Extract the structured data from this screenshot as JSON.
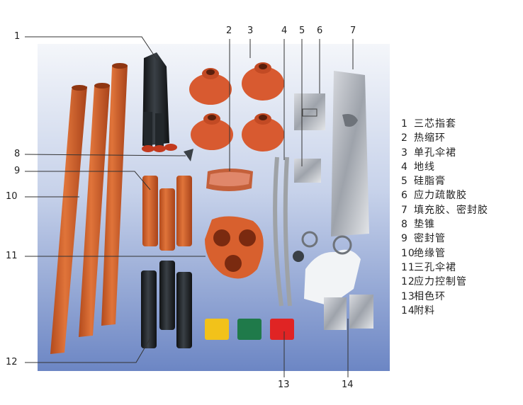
{
  "callouts": [
    {
      "num": "1"
    },
    {
      "num": "2"
    },
    {
      "num": "3"
    },
    {
      "num": "4"
    },
    {
      "num": "5"
    },
    {
      "num": "6"
    },
    {
      "num": "7"
    },
    {
      "num": "8"
    },
    {
      "num": "9"
    },
    {
      "num": "10"
    },
    {
      "num": "11"
    },
    {
      "num": "12"
    },
    {
      "num": "13"
    },
    {
      "num": "14"
    }
  ],
  "legend": [
    {
      "num": "1",
      "text": "三芯指套"
    },
    {
      "num": "2",
      "text": "热缩环"
    },
    {
      "num": "3",
      "text": "单孔伞裙"
    },
    {
      "num": "4",
      "text": "地线"
    },
    {
      "num": "5",
      "text": "硅脂膏"
    },
    {
      "num": "6",
      "text": "应力疏散胶"
    },
    {
      "num": "7",
      "text": "填充胶、密封胶"
    },
    {
      "num": "8",
      "text": "垫锥"
    },
    {
      "num": "9",
      "text": "密封管"
    },
    {
      "num": "10",
      "text": "绝缘管"
    },
    {
      "num": "11",
      "text": "三孔伞裙"
    },
    {
      "num": "12",
      "text": "应力控制管"
    },
    {
      "num": "13",
      "text": "相色环"
    },
    {
      "num": "14",
      "text": "附料"
    }
  ],
  "colors": {
    "bg_top": "#f4f6fa",
    "bg_bottom": "#6c86c4",
    "tube_orange": "#d4622c",
    "sleeve_black": "#1f2326",
    "ring_yellow": "#f2c21a",
    "ring_green": "#1f7a4a",
    "ring_red": "#e02424"
  }
}
